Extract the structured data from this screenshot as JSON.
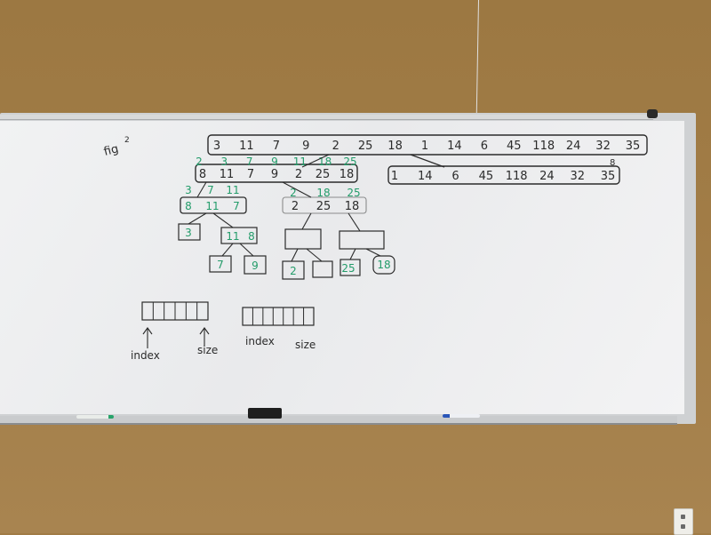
{
  "board": {
    "fig_label": "fig",
    "fig_superscript": "2",
    "top_array": [
      "3",
      "11",
      "7",
      "9",
      "2",
      "25",
      "18",
      "1",
      "14",
      "6",
      "45",
      "118",
      "24",
      "32",
      "35"
    ],
    "left_half": [
      "8",
      "11",
      "7",
      "9",
      "2",
      "25",
      "18"
    ],
    "left_half_green": [
      "2",
      "3",
      "7",
      "9",
      "11",
      "18",
      "25"
    ],
    "right_half": [
      "1",
      "14",
      "6",
      "45",
      "118",
      "24",
      "32",
      "35"
    ],
    "right_half_top": "8",
    "left_quarter": [
      "8",
      "11",
      "7"
    ],
    "left_quarter_green": [
      "3",
      "7",
      "11"
    ],
    "right_quarter": [
      "2",
      "25",
      "18"
    ],
    "right_quarter_green": [
      "2",
      "18",
      "25"
    ],
    "leaf_labels": [
      "3",
      "11",
      "8",
      "7",
      "9",
      "2",
      "25",
      "18"
    ],
    "array_left_label": "index",
    "array_left_label2": "size",
    "array_right_label": "index",
    "array_right_label2": "size"
  },
  "colors": {
    "wall": "#a07b45",
    "board": "#eeeff0",
    "ink_black": "#2b2b2b",
    "ink_green": "#239c6a"
  }
}
